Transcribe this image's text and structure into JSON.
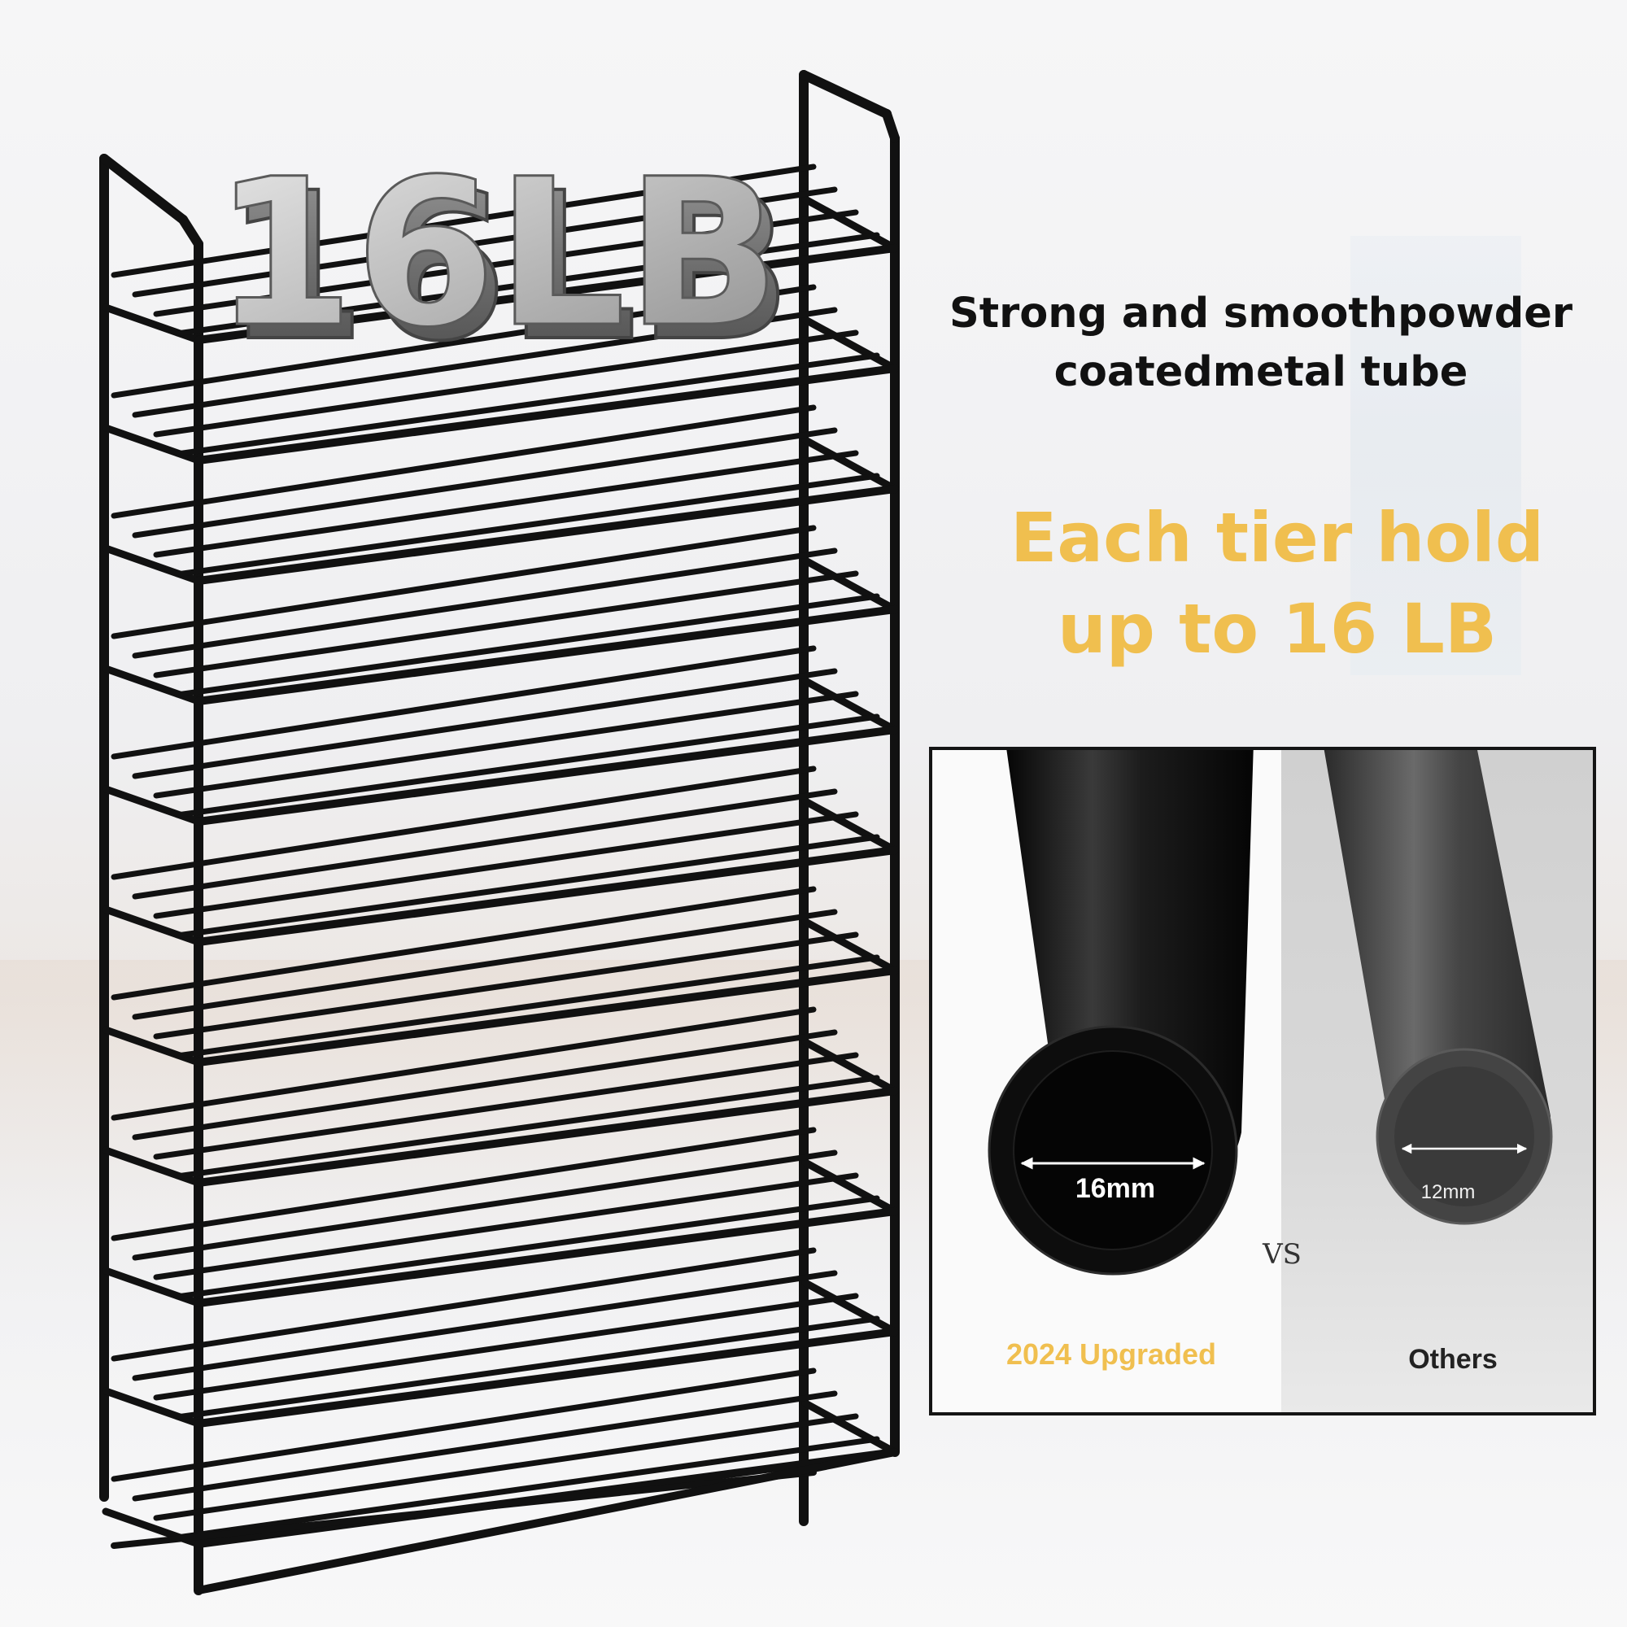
{
  "badge": {
    "text": "16LB"
  },
  "headline": {
    "line1": "Strong and smoothpowder",
    "line2": "coatedmetal tube"
  },
  "highlight": {
    "line1": "Each tier hold",
    "line2": "up to 16 LB"
  },
  "comparison": {
    "left": {
      "diameter": "16mm",
      "caption": "2024 Upgraded"
    },
    "vs": "VS",
    "right": {
      "diameter": "12mm",
      "caption": "Others"
    }
  },
  "colors": {
    "accent": "#f0bf4f",
    "tube": "#111111",
    "text": "#111111"
  }
}
